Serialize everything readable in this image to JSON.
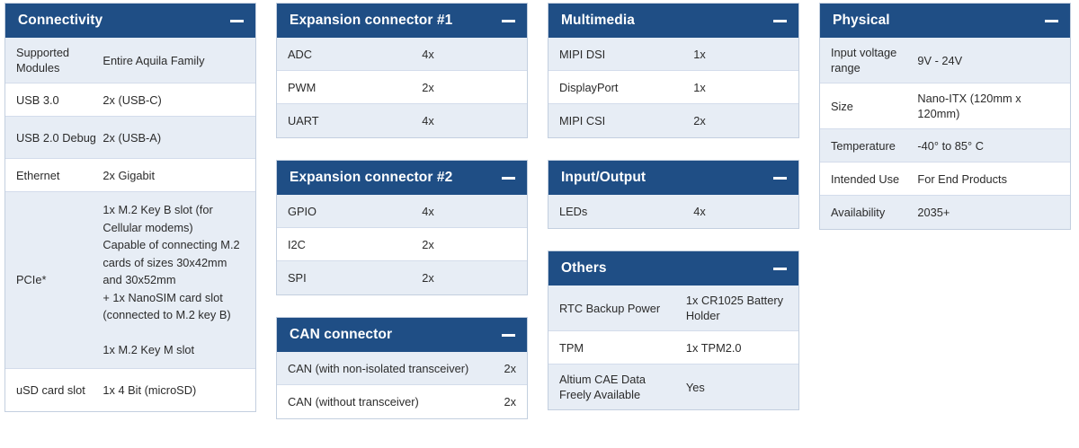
{
  "theme": {
    "header_bg": "#1f4e85",
    "header_fg": "#ffffff",
    "row_alt_bg": "#e7edf5",
    "row_bg": "#ffffff",
    "border": "#c3cfdf",
    "text": "#2b2b2b"
  },
  "icons": {
    "collapse": "minus-icon"
  },
  "cards": {
    "connectivity": {
      "title": "Connectivity",
      "rows": [
        {
          "label": "Supported Modules",
          "value": "Entire Aquila Family"
        },
        {
          "label": "USB 3.0",
          "value": "2x (USB-C)"
        },
        {
          "label": "USB 2.0 Debug",
          "value": "2x (USB-A)"
        },
        {
          "label": "Ethernet",
          "value": "2x Gigabit"
        },
        {
          "label": "PCIe*",
          "value": "1x M.2 Key B slot (for Cellular modems)\nCapable of connecting M.2 cards of sizes 30x42mm and 30x52mm\n+ 1x NanoSIM card slot (connected to M.2 key B)\n\n1x M.2 Key M slot"
        },
        {
          "label": "uSD card slot",
          "value": "1x 4 Bit (microSD)"
        }
      ]
    },
    "expansion1": {
      "title": "Expansion connector #1",
      "rows": [
        {
          "label": "ADC",
          "value": "4x"
        },
        {
          "label": "PWM",
          "value": "2x"
        },
        {
          "label": "UART",
          "value": "4x"
        }
      ]
    },
    "expansion2": {
      "title": "Expansion connector #2",
      "rows": [
        {
          "label": "GPIO",
          "value": "4x"
        },
        {
          "label": "I2C",
          "value": "2x"
        },
        {
          "label": "SPI",
          "value": "2x"
        }
      ]
    },
    "can": {
      "title": "CAN connector",
      "rows": [
        {
          "label": "CAN (with non-isolated transceiver)",
          "value": "2x"
        },
        {
          "label": "CAN (without transceiver)",
          "value": "2x"
        }
      ]
    },
    "multimedia": {
      "title": "Multimedia",
      "rows": [
        {
          "label": "MIPI DSI",
          "value": "1x"
        },
        {
          "label": "DisplayPort",
          "value": "1x"
        },
        {
          "label": "MIPI CSI",
          "value": "2x"
        }
      ]
    },
    "io": {
      "title": "Input/Output",
      "rows": [
        {
          "label": "LEDs",
          "value": "4x"
        }
      ]
    },
    "others": {
      "title": "Others",
      "rows": [
        {
          "label": "RTC Backup Power",
          "value": "1x CR1025 Battery Holder"
        },
        {
          "label": "TPM",
          "value": "1x TPM2.0"
        },
        {
          "label": "Altium CAE Data Freely Available",
          "value": "Yes"
        }
      ]
    },
    "physical": {
      "title": "Physical",
      "rows": [
        {
          "label": "Input voltage range",
          "value": "9V - 24V"
        },
        {
          "label": "Size",
          "value": "Nano-ITX (120mm x 120mm)"
        },
        {
          "label": "Temperature",
          "value": "-40° to 85° C"
        },
        {
          "label": "Intended Use",
          "value": "For End Products"
        },
        {
          "label": "Availability",
          "value": "2035+"
        }
      ]
    }
  }
}
